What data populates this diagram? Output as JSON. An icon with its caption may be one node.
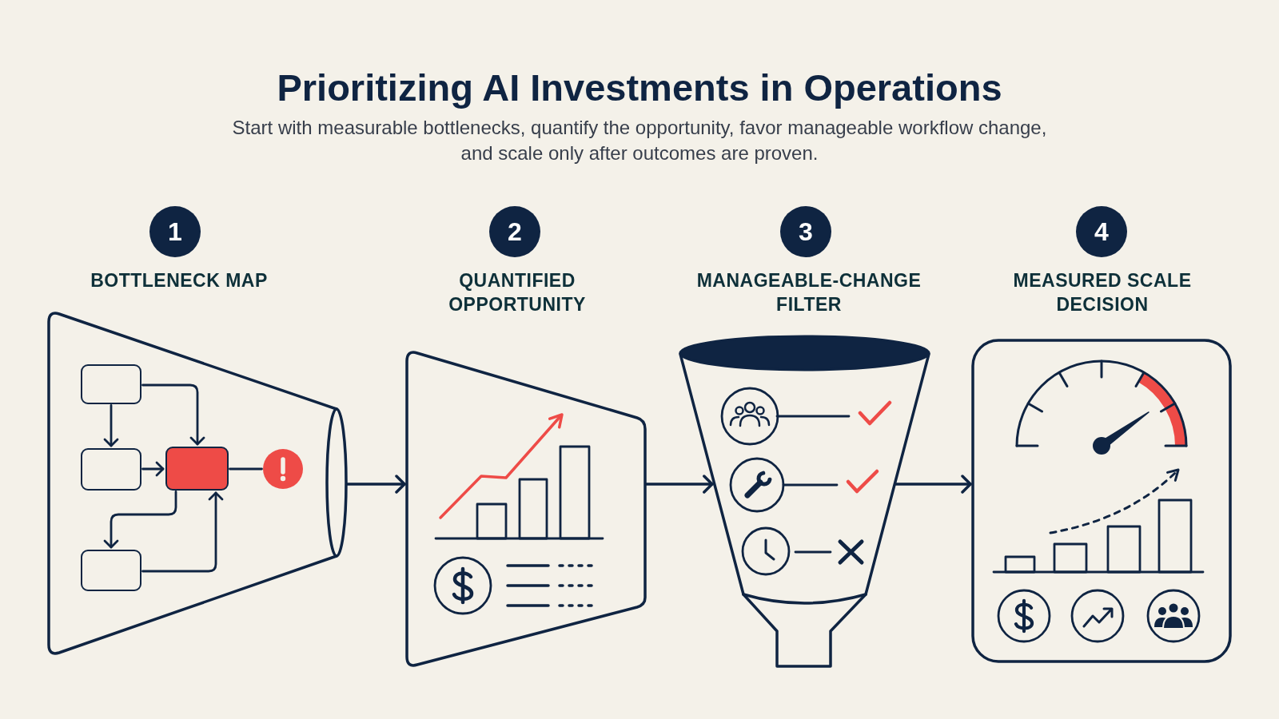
{
  "diagram": {
    "title": "Prioritizing AI Investments in Operations",
    "nodes": [
      {
        "text": [
          "1"
        ]
      },
      {
        "text": [
          "BOTTLENECK MAP"
        ]
      },
      {
        "text": [],
        "shape": "box",
        "in": 1
      },
      {
        "text": [],
        "shape": "box",
        "in": 1
      },
      {
        "text": [],
        "shape": "box",
        "in": 1
      },
      {
        "text": [],
        "shape": "box",
        "in": 1
      },
      {
        "text": [],
        "shape": "circle",
        "in": 1
      },
      {
        "text": [
          "2"
        ]
      },
      {
        "text": [
          "QUANTIFIED OPPORTUNITY"
        ]
      },
      {
        "text": [
          "3"
        ]
      },
      {
        "text": [
          "MANAGEABLE-CHANGE FILTER"
        ]
      },
      {
        "text": [
          "4"
        ]
      },
      {
        "text": [
          "MEASURED SCALE DECISION"
        ]
      }
    ],
    "edges": [
      {
        "from": 2,
        "to": 3,
        "arrow": "to"
      },
      {
        "from": 2,
        "to": 4,
        "arrow": "to"
      },
      {
        "from": 3,
        "to": 4,
        "arrow": "to"
      },
      {
        "from": 4,
        "to": 5,
        "arrow": "to"
      },
      {
        "from": 5,
        "to": 4,
        "arrow": "to"
      },
      {
        "from": 4,
        "to": 6,
        "arrow": "none"
      },
      {
        "from": 1,
        "to": 8,
        "arrow": "to"
      },
      {
        "from": 8,
        "to": 10,
        "arrow": "to"
      },
      {
        "from": 10,
        "to": 12,
        "arrow": "to"
      }
    ],
    "labels": [
      "Start with measurable bottlenecks, quantify the opportunity, favor manageable workflow change, and scale only after outcomes are proven."
    ]
  }
}
